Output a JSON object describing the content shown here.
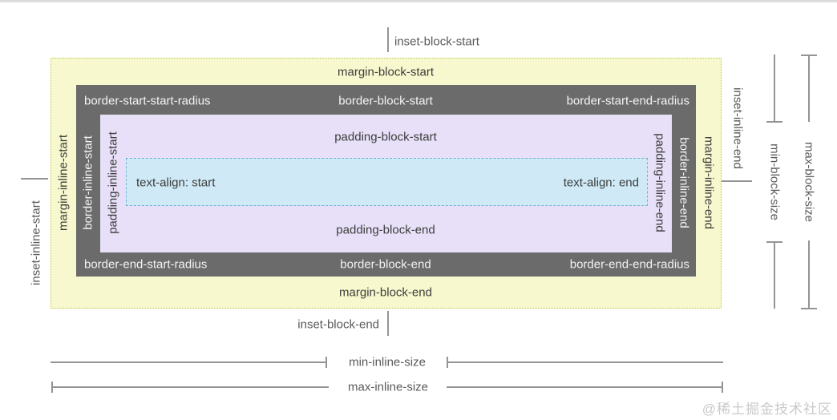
{
  "box": {
    "margin_block_start": "margin-block-start",
    "margin_block_end": "margin-block-end",
    "margin_inline_start": "margin-inline-start",
    "margin_inline_end": "margin-inline-end",
    "border_block_start": "border-block-start",
    "border_block_end": "border-block-end",
    "border_inline_start": "border-inline-start",
    "border_inline_end": "border-inline-end",
    "border_start_start_radius": "border-start-start-radius",
    "border_start_end_radius": "border-start-end-radius",
    "border_end_start_radius": "border-end-start-radius",
    "border_end_end_radius": "border-end-end-radius",
    "padding_block_start": "padding-block-start",
    "padding_block_end": "padding-block-end",
    "padding_inline_start": "padding-inline-start",
    "padding_inline_end": "padding-inline-end",
    "text_align_start": "text-align: start",
    "text_align_end": "text-align: end"
  },
  "inset": {
    "block_start": "inset-block-start",
    "block_end": "inset-block-end",
    "inline_start": "inset-inline-start",
    "inline_end": "inset-inline-end"
  },
  "size": {
    "min_inline": "min-inline-size",
    "max_inline": "max-inline-size",
    "min_block": "min-block-size",
    "max_block": "max-block-size"
  },
  "colors": {
    "margin_bg": "#f8f8ce",
    "margin_border": "#bdc748",
    "border_bg": "#6b6b6b",
    "padding_bg": "#e7e0f8",
    "content_bg": "#cfeaf6",
    "content_border": "#6fb0d4",
    "dark_text": "#3d3d3d",
    "light_text": "#f3f3f3",
    "measure_line": "#949494",
    "measure_text": "#5a5a5a",
    "watermark_text": "#c9c9c9"
  },
  "watermark": "@稀土掘金技术社区"
}
